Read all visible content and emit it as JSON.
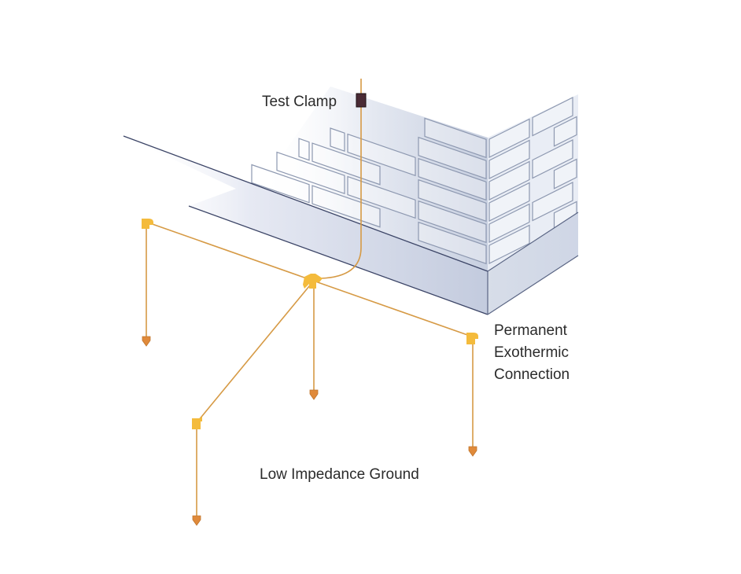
{
  "labels": {
    "test_clamp": "Test Clamp",
    "exothermic": [
      "Permanent",
      "Exothermic",
      "Connection"
    ],
    "ground": "Low Impedance Ground"
  },
  "colors": {
    "wire": "#d69a45",
    "connector": "#f4bb3c",
    "rod_tip": "#e08a3a",
    "clamp": "#4a2b35",
    "wall_line": "#8d98b0",
    "slab_line": "#3b4466"
  }
}
